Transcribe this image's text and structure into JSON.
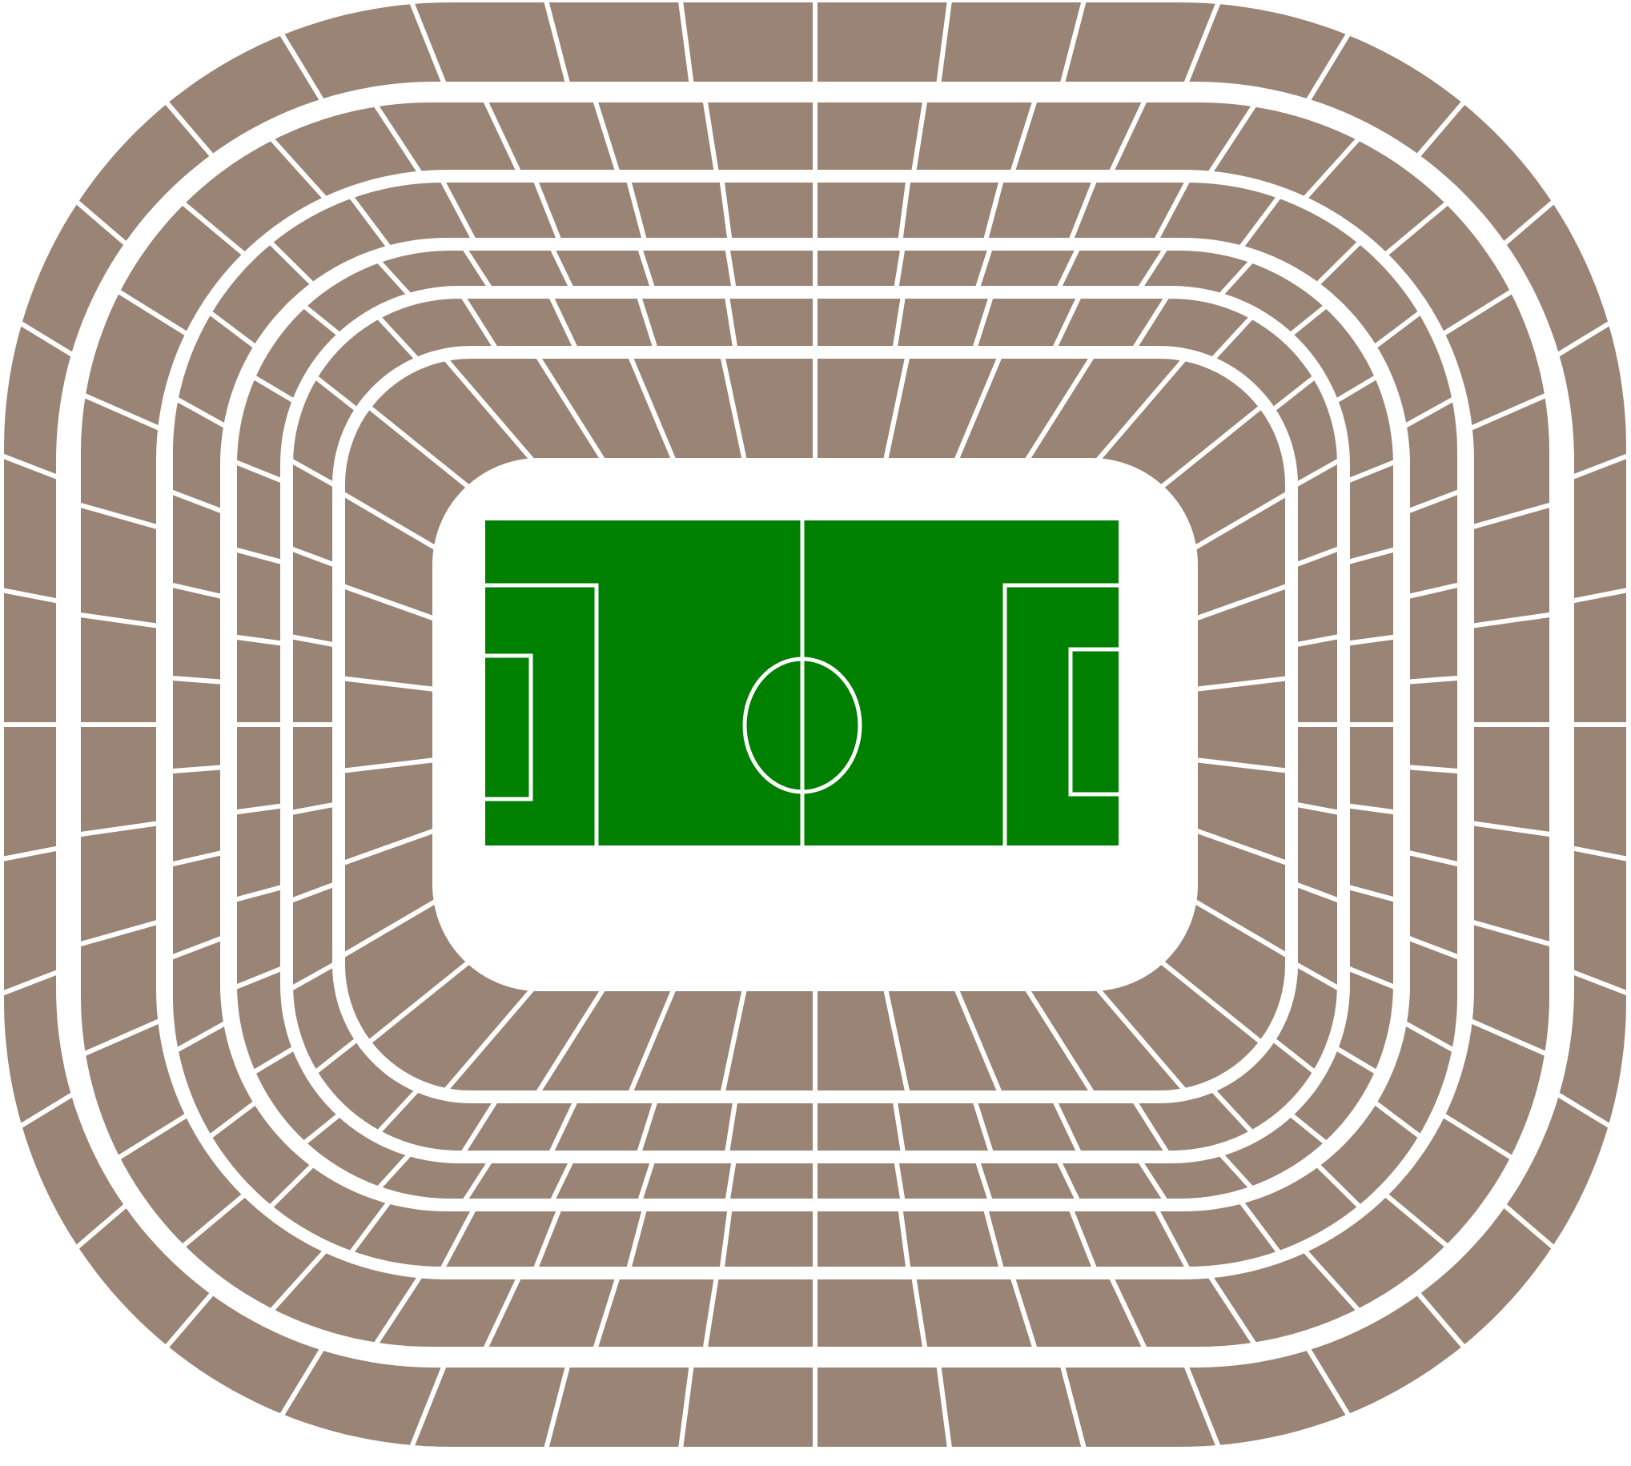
{
  "colors": {
    "background": "#ffffff",
    "seating_section": "#9a8475",
    "pitch": "#008000",
    "pitch_lines": "#ffffff",
    "aisle": "#ffffff"
  },
  "map": {
    "type": "stadium-seating-map",
    "labels_visible": false,
    "tiers": [
      "upper-ring",
      "second-ring",
      "third-ring",
      "fourth-ring",
      "fifth-ring",
      "lower-ring"
    ],
    "pitch": {
      "halfway_line": true,
      "center_circle": true,
      "penalty_areas": 2,
      "goal_areas": 2
    }
  }
}
